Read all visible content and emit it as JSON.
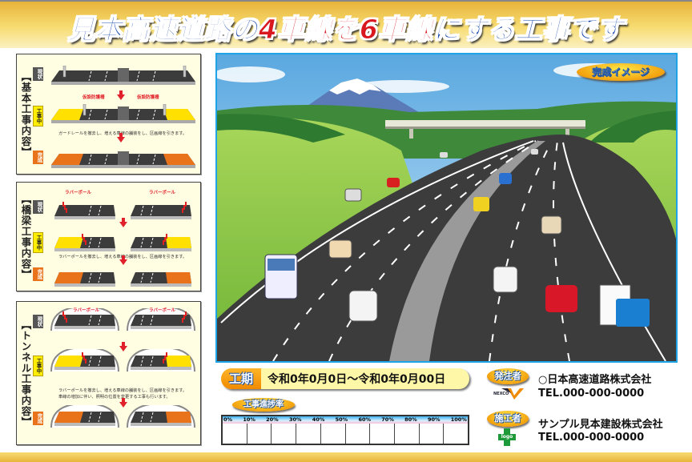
{
  "title": {
    "part1": "見本高速道路の",
    "part2": "4車線を6車線",
    "part3": "にする工事です"
  },
  "stages": {
    "now": "現状",
    "work": "工事中",
    "done": "完成"
  },
  "panels": [
    {
      "title": "【基本工事内容】",
      "labels": [
        "仮設防護柵",
        "仮設防護柵"
      ],
      "caption": [
        "ガードレールを撤去し、増える車線の舗装をし、区画線を引きます。"
      ]
    },
    {
      "title": "【橋梁工事内容】",
      "labels": [
        "ラバーポール",
        "ラバーポール"
      ],
      "caption": [
        "ラバーポールを撤去し、増える車線の舗装をし、区画線を引きます。"
      ]
    },
    {
      "title": "【トンネル工事内容】",
      "labels": [
        "ラバーポール",
        "ラバーポール"
      ],
      "caption": [
        "ラバーポールを撤去し、増える車線の舗装をし、区画線を引きます。",
        "車線の増加に伴い、照明の位置を変更する工事も行います。"
      ]
    }
  ],
  "scene": {
    "badge": "完成イメージ"
  },
  "period": {
    "label": "工期",
    "value": "令和0年0月0日～令和0年0月00日"
  },
  "progress": {
    "label": "工事進捗率",
    "ticks": [
      "0%",
      "10%",
      "20%",
      "30%",
      "40%",
      "50%",
      "60%",
      "70%",
      "80%",
      "90%",
      "100%"
    ],
    "value_percent": 0
  },
  "orderer": {
    "badge": "発注者",
    "logo": "NEXCO",
    "name": "○日本高速道路株式会社",
    "tel": "TEL.000-000-0000"
  },
  "contractor": {
    "badge": "施工者",
    "logo": "logo",
    "name": "サンプル見本建設株式会社",
    "tel": "TEL.000-000-0000"
  },
  "colors": {
    "blue": "#0b3fa8",
    "red": "#d8181e",
    "orange": "#e8731a",
    "yellow": "#ffee00",
    "frame": "#1ea3e6"
  }
}
